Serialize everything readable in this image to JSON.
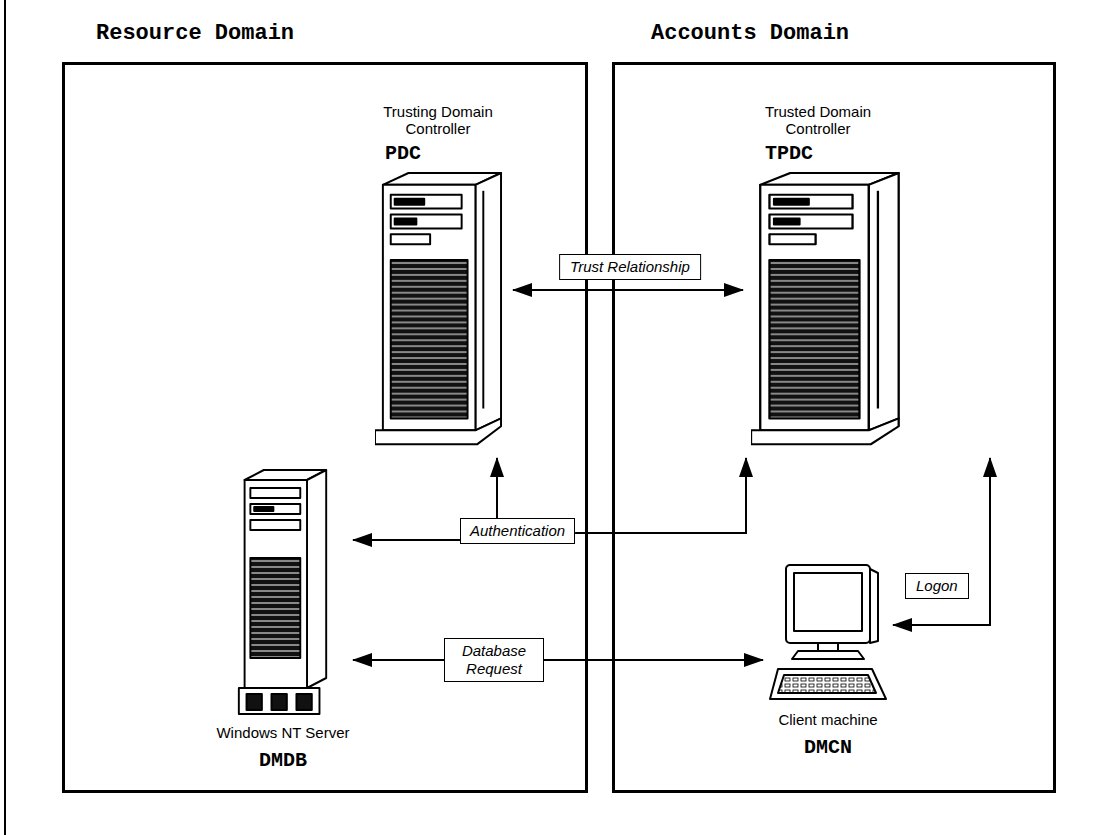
{
  "diagram": {
    "nodes": [
      {
        "text": [
          "Resource Domain"
        ]
      },
      {
        "text": [
          "Trusting Domain Controller",
          "PDC"
        ],
        "in": 0
      },
      {
        "text": [
          "Windows NT Server",
          "DMDB"
        ],
        "in": 0
      },
      {
        "text": [
          "Accounts Domain"
        ]
      },
      {
        "text": [
          "Trusted Domain Controller",
          "TPDC"
        ],
        "in": 3
      },
      {
        "text": [
          "Client machine",
          "DMCN"
        ],
        "in": 3
      },
      {
        "text": [
          "Authentication"
        ]
      }
    ],
    "edges": [
      {
        "from": 1,
        "to": 4,
        "arrow": "both",
        "label": "Trust Relationship"
      },
      {
        "from": 6,
        "to": 1,
        "arrow": "to"
      },
      {
        "from": 6,
        "to": 2,
        "arrow": "to"
      },
      {
        "from": 6,
        "to": 4,
        "arrow": "to"
      },
      {
        "from": 5,
        "to": 4,
        "arrow": "both",
        "label": "Logon"
      },
      {
        "from": 2,
        "to": 5,
        "arrow": "both",
        "label": "Database Request"
      }
    ]
  }
}
